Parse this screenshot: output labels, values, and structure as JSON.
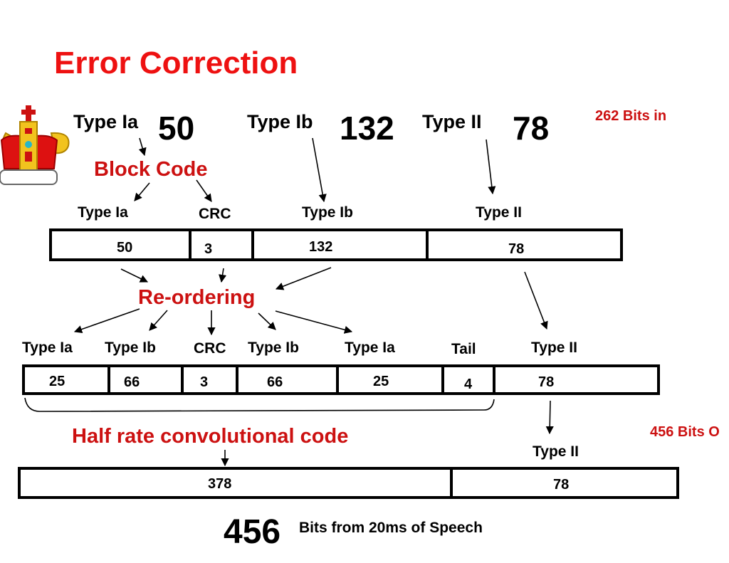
{
  "title": "Error Correction",
  "top": {
    "type_ia": {
      "label": "Type Ia",
      "bits": "50"
    },
    "type_ib": {
      "label": "Type Ib",
      "bits": "132"
    },
    "type_ii": {
      "label": "Type II",
      "bits": "78"
    },
    "bits_in": "262 Bits in"
  },
  "block_code": {
    "label": "Block Code",
    "headers": [
      "Type Ia",
      "CRC",
      "Type Ib",
      "Type II"
    ],
    "cells": [
      "50",
      "3",
      "132",
      "78"
    ]
  },
  "reordering": {
    "label": "Re-ordering",
    "headers": [
      "Type Ia",
      "Type Ib",
      "CRC",
      "Type Ib",
      "Type Ia",
      "Tail",
      "Type II"
    ],
    "cells": [
      "25",
      "66",
      "3",
      "66",
      "25",
      "4",
      "78"
    ]
  },
  "convolutional": {
    "label": "Half rate convolutional code",
    "bits_out": "456 Bits O",
    "header": "Type II",
    "cells": [
      "378",
      "78"
    ]
  },
  "footer": {
    "total": "456",
    "caption": "Bits from 20ms of Speech"
  },
  "colors": {
    "title": "#ee1111",
    "accent": "#cc1111"
  },
  "icons": {
    "logo": "crown-icon"
  }
}
